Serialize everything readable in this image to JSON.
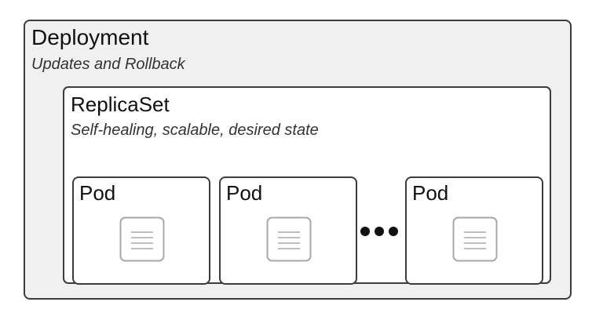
{
  "deployment": {
    "title": "Deployment",
    "subtitle": "Updates and Rollback",
    "replicaset": {
      "title": "ReplicaSet",
      "subtitle": "Self-healing, scalable, desired state",
      "pods": [
        {
          "label": "Pod",
          "icon": "document-icon"
        },
        {
          "label": "Pod",
          "icon": "document-icon"
        },
        {
          "label": "Pod",
          "icon": "document-icon"
        }
      ],
      "ellipsis_icon": "ellipsis-icon"
    }
  },
  "colors": {
    "border": "#3c3c3c",
    "deployment_fill": "#f0f0f0",
    "replicaset_fill": "#ffffff",
    "icon_stroke": "#a8a8a8"
  }
}
